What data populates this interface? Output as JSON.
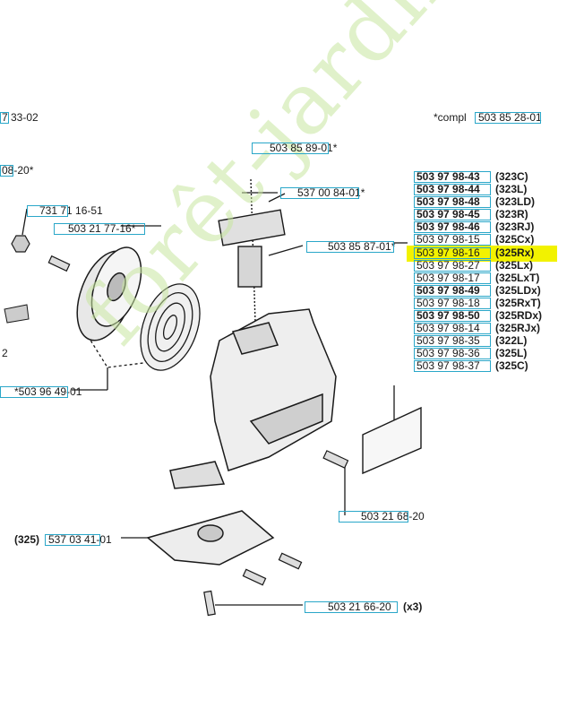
{
  "labels": {
    "l_7_33_02": "7 33-02",
    "l_compl_star": "*compl",
    "l_compl_pn": "503 85 28-01",
    "l_08_20": "08-20*",
    "l_503_85_89": "503 85 89-01*",
    "l_537_00_84": "537 00 84-01*",
    "l_731_71_16": "731 71 16-51",
    "l_503_21_77": "503 21 77-16*",
    "l_503_85_87": "503 85 87-01*",
    "l_2": "2",
    "l_503_96_49": "*503 96 49-01",
    "l_503_21_68": "503 21 68-20",
    "l_325": "(325)",
    "l_537_03_41": "537 03 41-01",
    "l_503_21_66": "503 21 66-20",
    "l_x3": "(x3)"
  },
  "parts_list": [
    {
      "pn": "503 97 98-43",
      "model": "(323C)",
      "bold": true
    },
    {
      "pn": "503 97 98-44",
      "model": "(323L)",
      "bold": true
    },
    {
      "pn": "503 97 98-48",
      "model": "(323LD)",
      "bold": true
    },
    {
      "pn": "503 97 98-45",
      "model": "(323R)",
      "bold": true
    },
    {
      "pn": "503 97 98-46",
      "model": "(323RJ)",
      "bold": true
    },
    {
      "pn": "503 97 98-15",
      "model": "(325Cx)",
      "bold": false
    },
    {
      "pn": "503 97 98-16",
      "model": "(325Rx)",
      "bold": false,
      "highlight": true
    },
    {
      "pn": "503 97 98-27",
      "model": "(325Lx)",
      "bold": false
    },
    {
      "pn": "503 97 98-17",
      "model": "(325LxT)",
      "bold": false
    },
    {
      "pn": "503 97 98-49",
      "model": "(325LDx)",
      "bold": true
    },
    {
      "pn": "503 97 98-18",
      "model": "(325RxT)",
      "bold": false
    },
    {
      "pn": "503 97 98-50",
      "model": "(325RDx)",
      "bold": true
    },
    {
      "pn": "503 97 98-14",
      "model": "(325RJx)",
      "bold": false
    },
    {
      "pn": "503 97 98-35",
      "model": "(322L)",
      "bold": false
    },
    {
      "pn": "503 97 98-36",
      "model": "(325L)",
      "bold": false
    },
    {
      "pn": "503 97 98-37",
      "model": "(325C)",
      "bold": false
    }
  ],
  "watermark": "forêt-jardin.com",
  "colors": {
    "box": "#2aa7c9",
    "highlight": "#f2f200",
    "watermark": "#c8e6a0",
    "line": "#1a1a1a"
  }
}
